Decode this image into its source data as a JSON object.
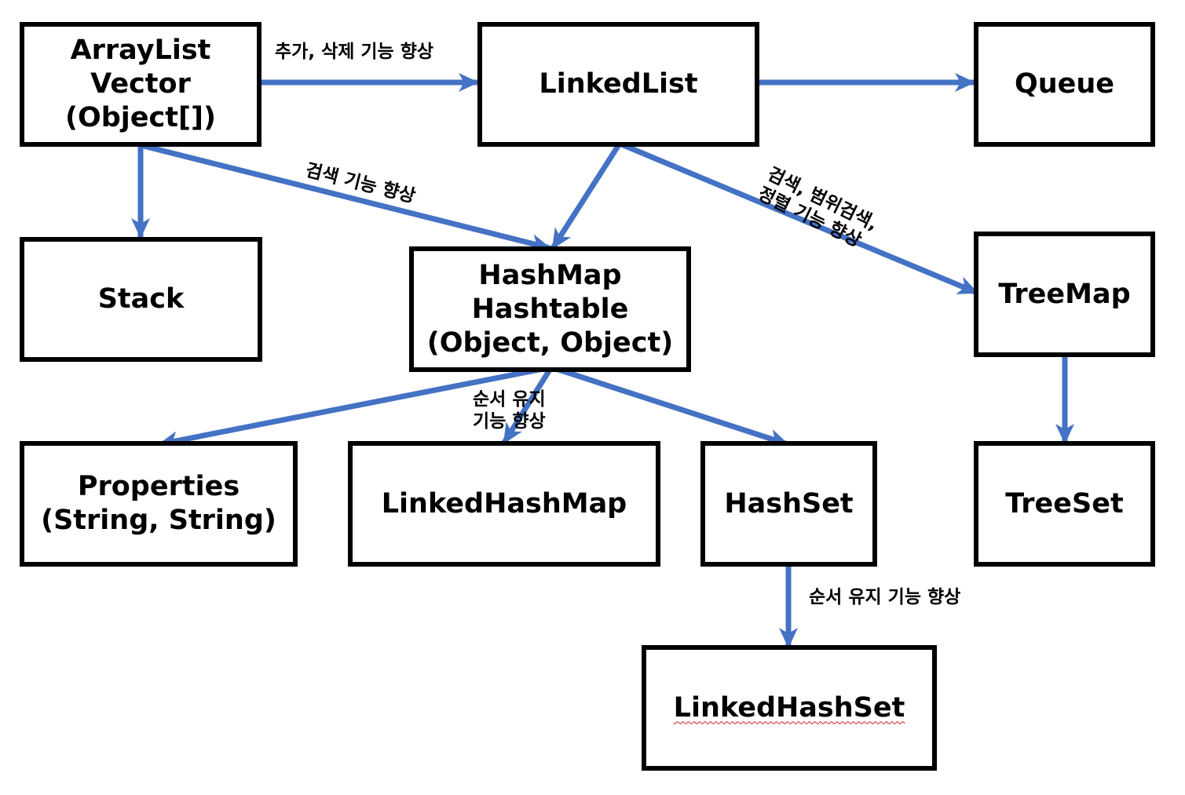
{
  "colors": {
    "arrow": "#4472C4",
    "border": "#000000",
    "text": "#000000",
    "background": "#FFFFFF"
  },
  "nodes": {
    "arraylist": [
      "ArrayList",
      "Vector",
      "(Object[])"
    ],
    "linkedlist": [
      "LinkedList"
    ],
    "queue": [
      "Queue"
    ],
    "stack": [
      "Stack"
    ],
    "hashmap": [
      "HashMap",
      "Hashtable",
      "(Object, Object)"
    ],
    "treemap": [
      "TreeMap"
    ],
    "properties": [
      "Properties",
      "(String, String)"
    ],
    "linkedhashmap": [
      "LinkedHashMap"
    ],
    "hashset": [
      "HashSet"
    ],
    "treeset": [
      "TreeSet"
    ],
    "linkedhashset": [
      "LinkedHashSet"
    ]
  },
  "edge_labels": {
    "arraylist_to_linkedlist": "추가, 삭제 기능 향상",
    "arraylist_to_hashmap": "검색 기능 향상",
    "linkedlist_to_treemap": [
      "검색, 범위검색,",
      "정렬 기능 향상"
    ],
    "hashmap_to_linkedhashmap": [
      "순서 유지",
      "기능 향상"
    ],
    "hashset_to_linkedhashset": "순서 유지 기능 향상"
  }
}
